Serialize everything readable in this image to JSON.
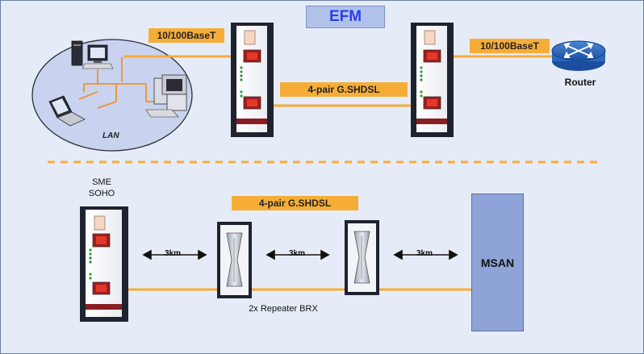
{
  "title": "EFM",
  "labels": {
    "eth_left": "10/100BaseT",
    "eth_right": "10/100BaseT",
    "shdsl_top": "4-pair G.SHDSL",
    "shdsl_bottom": "4-pair G.SHDSL",
    "router": "Router",
    "lan": "LAN",
    "sme_line1": "SME",
    "sme_line2": "SOHO",
    "repeater": "2x Repeater BRX",
    "msan": "MSAN",
    "distance_1": "3km",
    "distance_2": "3km",
    "distance_3": "3km"
  },
  "colors": {
    "background": "#e6ecf7",
    "link_orange": "#f6ad37",
    "title_box": "#b0c2ea",
    "title_text": "#2b3cf0",
    "msan_fill": "#8ea4d8"
  },
  "icons": {
    "router": "router-icon",
    "desktop": "desktop-computer-icon",
    "laptop": "laptop-icon",
    "repeater": "repeater-icon",
    "modem": "shdsl-modem-icon"
  }
}
